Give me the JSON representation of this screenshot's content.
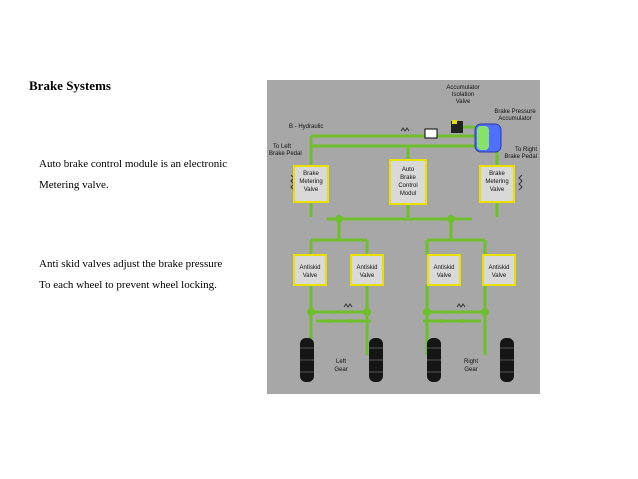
{
  "slide": {
    "title": "Brake Systems",
    "paragraph1": [
      "Auto brake control module is an electronic",
      "Metering valve."
    ],
    "paragraph2": [
      "Anti skid valves adjust the brake pressure",
      "To each wheel to prevent wheel locking."
    ]
  },
  "diagram": {
    "labels": {
      "accumulator_isolation_valve": [
        "Accumulator",
        "Isolation",
        "Valve"
      ],
      "brake_pressure_accumulator": [
        "Brake Pressure",
        "Accumulator"
      ],
      "hydraulic": "B - Hydraulic",
      "to_left_pedal": [
        "To Left",
        "Brake Pedal"
      ],
      "to_right_pedal": [
        "To Right",
        "Brake Pedal"
      ],
      "left_metering": [
        "Brake",
        "Metering",
        "Valve"
      ],
      "auto_module": [
        "Auto",
        "Brake",
        "Control",
        "Modul"
      ],
      "right_metering": [
        "Brake",
        "Metering",
        "Valve"
      ],
      "antiskid": [
        "Antiskid",
        "Valve"
      ],
      "left_gear": [
        "Left",
        "Gear"
      ],
      "right_gear": [
        "Right",
        "Gear"
      ]
    },
    "colors": {
      "background": "#a7a7a7",
      "pipe": "#6fbf2c",
      "box_border": "#e8e000",
      "box_fill": "#d9d9d9",
      "accumulator": "#4f6fff",
      "tire": "#151515"
    }
  }
}
